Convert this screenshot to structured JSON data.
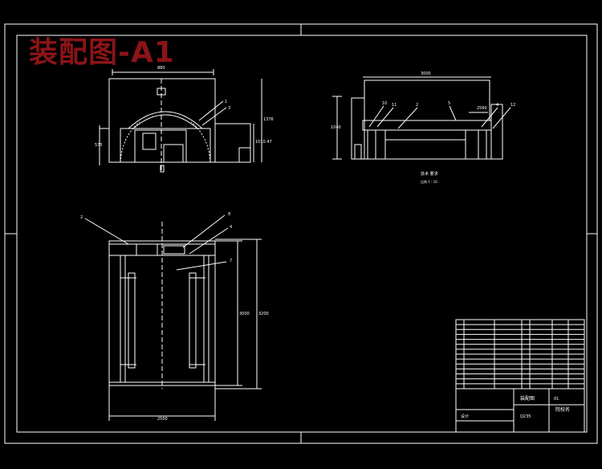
{
  "drawing": {
    "title_watermark": "装配图-A1",
    "colors": {
      "background": "#000000",
      "line": "#ffffff",
      "leader": "#ffffff",
      "watermark": "#8b1418"
    }
  },
  "front_view": {
    "dim_top_width": "880",
    "dim_left_height": "575",
    "dim_right_height": "1376",
    "dim_right_inner": "1010.47",
    "callouts": [
      "1",
      "3"
    ]
  },
  "side_view": {
    "dim_top_length": "3000",
    "dim_left_height": "1040",
    "dim_inner": "2560",
    "callouts": [
      "10",
      "11",
      "2",
      "5",
      "4",
      "12"
    ],
    "caption_main": "技术 要求",
    "caption_sub": "比例 1 : 10"
  },
  "plan_view": {
    "dim_bottom_width": "2500",
    "dim_right_length": "3000",
    "dim_right_outer": "3200",
    "callouts": [
      "2",
      "8",
      "4",
      "7"
    ]
  },
  "title_block": {
    "drawing_name": "装配图",
    "drawing_number": "01",
    "material": "Q235",
    "designer": "设计",
    "company": "院校名"
  }
}
